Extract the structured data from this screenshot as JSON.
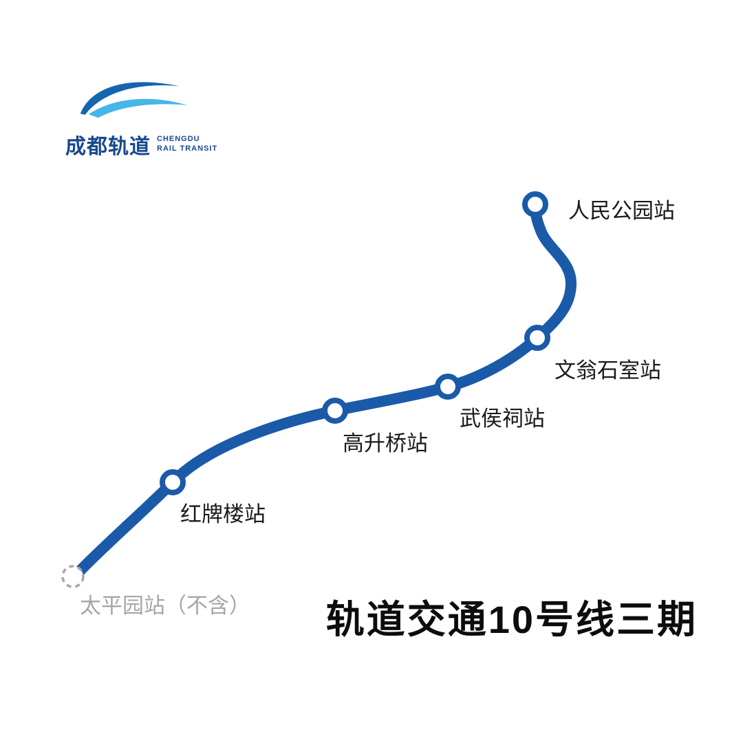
{
  "brand": {
    "name_cn": "成都轨道",
    "name_en_line1": "CHENGDU",
    "name_en_line2": "RAIL TRANSIT"
  },
  "title": "轨道交通10号线三期",
  "theme": {
    "line_color": "#1a5aa8",
    "station_fill": "#ffffff",
    "excluded_color": "#a6a6a6",
    "label_color": "#1a1a1a",
    "title_color": "#0d0d0d",
    "brand_color": "#17498f",
    "logo_dark": "#1565af",
    "logo_light": "#45b6e8"
  },
  "stations": [
    {
      "name": "太平园站（不含）",
      "included": false
    },
    {
      "name": "红牌楼站",
      "included": true
    },
    {
      "name": "高升桥站",
      "included": true
    },
    {
      "name": "武侯祠站",
      "included": true
    },
    {
      "name": "文翁石室站",
      "included": true
    },
    {
      "name": "人民公园站",
      "included": true
    }
  ]
}
